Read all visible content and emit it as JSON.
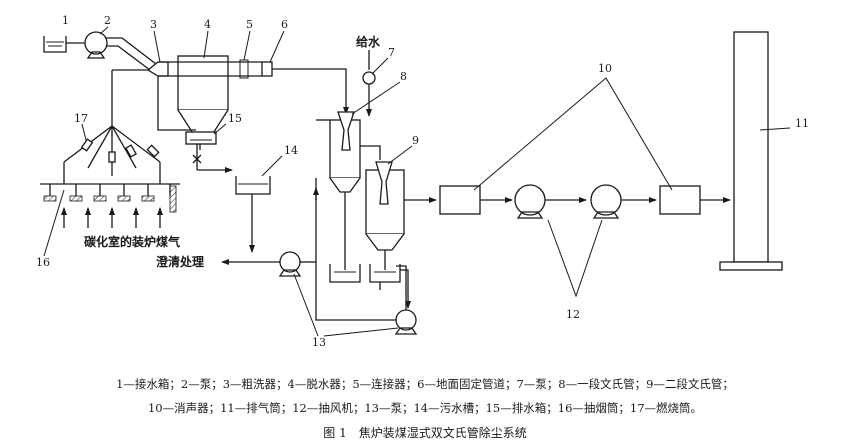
{
  "numbers": [
    "1",
    "2",
    "3",
    "4",
    "5",
    "6",
    "7",
    "8",
    "9",
    "10",
    "11",
    "12",
    "13",
    "14",
    "15",
    "16",
    "17"
  ],
  "labels": {
    "water_supply": "给水",
    "coke_gas": "碳化室的装炉煤气",
    "clarify": "澄清处理"
  },
  "legend": {
    "line1": "1—接水箱；2—泵；3—粗洗器；4—脱水器；5—连接器；6—地面固定管道；7—泵；8—一段文氏管；9—二段文氏管；",
    "line2": "10—消声器；11—排气筒；12—抽风机；13—泵；14—污水槽；15—排水箱；16—抽烟筒；17—燃烧筒。"
  },
  "caption": "图 1　焦炉装煤湿式双文氏管除尘系统"
}
